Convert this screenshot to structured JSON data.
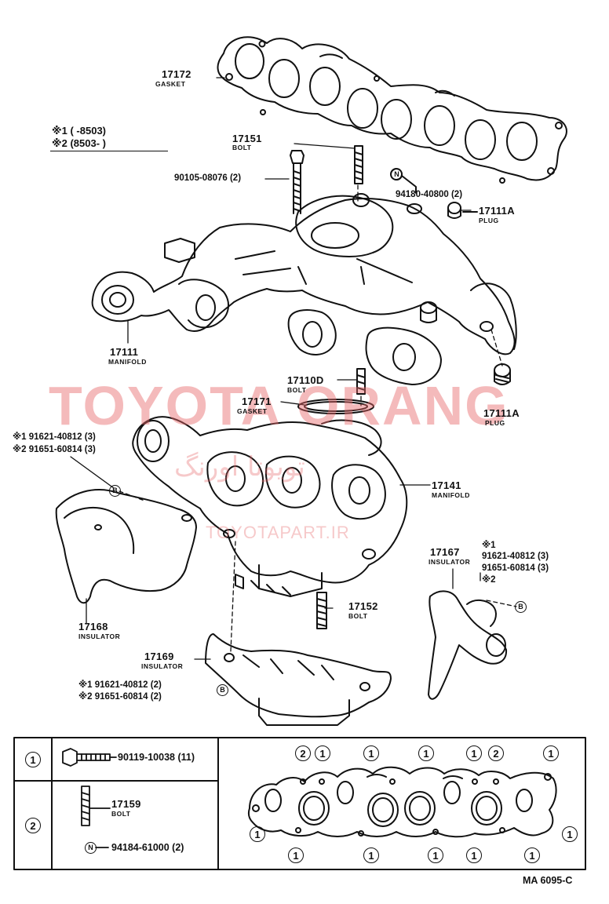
{
  "legend": {
    "line1": "※1 (      -8503)",
    "line2": "※2 (8503-       )"
  },
  "parts": {
    "gasket_17172": {
      "number": "17172",
      "name": "GASKET"
    },
    "bolt_17151": {
      "number": "17151",
      "name": "BOLT"
    },
    "bolt_90105": {
      "number": "90105-08076 (2)"
    },
    "nut_94180": {
      "symbol": "N",
      "number": "94180-40800 (2)"
    },
    "plug_17111A_top": {
      "number": "17111A",
      "name": "PLUG"
    },
    "manifold_17111": {
      "number": "17111",
      "name": "MANIFOLD"
    },
    "bolt_17110D": {
      "number": "17110D",
      "name": "BOLT"
    },
    "gasket_17171": {
      "number": "17171",
      "name": "GASKET"
    },
    "plug_17111A_right": {
      "number": "17111A",
      "name": "PLUG"
    },
    "bolts_left": {
      "line1": "※1 91621-40812 (3)",
      "line2": "※2 91651-60814 (3)",
      "symbol": "B"
    },
    "manifold_17141": {
      "number": "17141",
      "name": "MANIFOLD"
    },
    "insulator_17167": {
      "number": "17167",
      "name": "INSULATOR",
      "mark1": "※1",
      "part1": "91621-40812 (3)",
      "part2": "91651-60814 (3)",
      "mark2": "※2",
      "symbol": "B"
    },
    "bolt_17152": {
      "number": "17152",
      "name": "BOLT"
    },
    "insulator_17168": {
      "number": "17168",
      "name": "INSULATOR"
    },
    "insulator_17169": {
      "number": "17169",
      "name": "INSULATOR"
    },
    "bolts_bottom": {
      "line1": "※1 91621-40812 (2)",
      "line2": "※2 91651-60814 (2)",
      "symbol": "B"
    }
  },
  "table": {
    "row1": {
      "key": "1",
      "part": "90119-10038 (11)"
    },
    "row2": {
      "key": "2",
      "stud_number": "17159",
      "stud_name": "BOLT",
      "nut_symbol": "N",
      "nut_part": "94184-61000 (2)"
    },
    "top_marks": [
      "2",
      "1",
      "1",
      "1",
      "1",
      "2",
      "1"
    ],
    "left_marks": [
      "1"
    ],
    "right_marks": [
      "1"
    ],
    "bottom_marks": [
      "1",
      "1",
      "1",
      "1",
      "1"
    ]
  },
  "watermark": {
    "line1": "TOYOTA ORANG",
    "line2": "تويوتا اورنگ",
    "line3": "TOYOTAPART.IR"
  },
  "figure_code": "MA 6095-C"
}
